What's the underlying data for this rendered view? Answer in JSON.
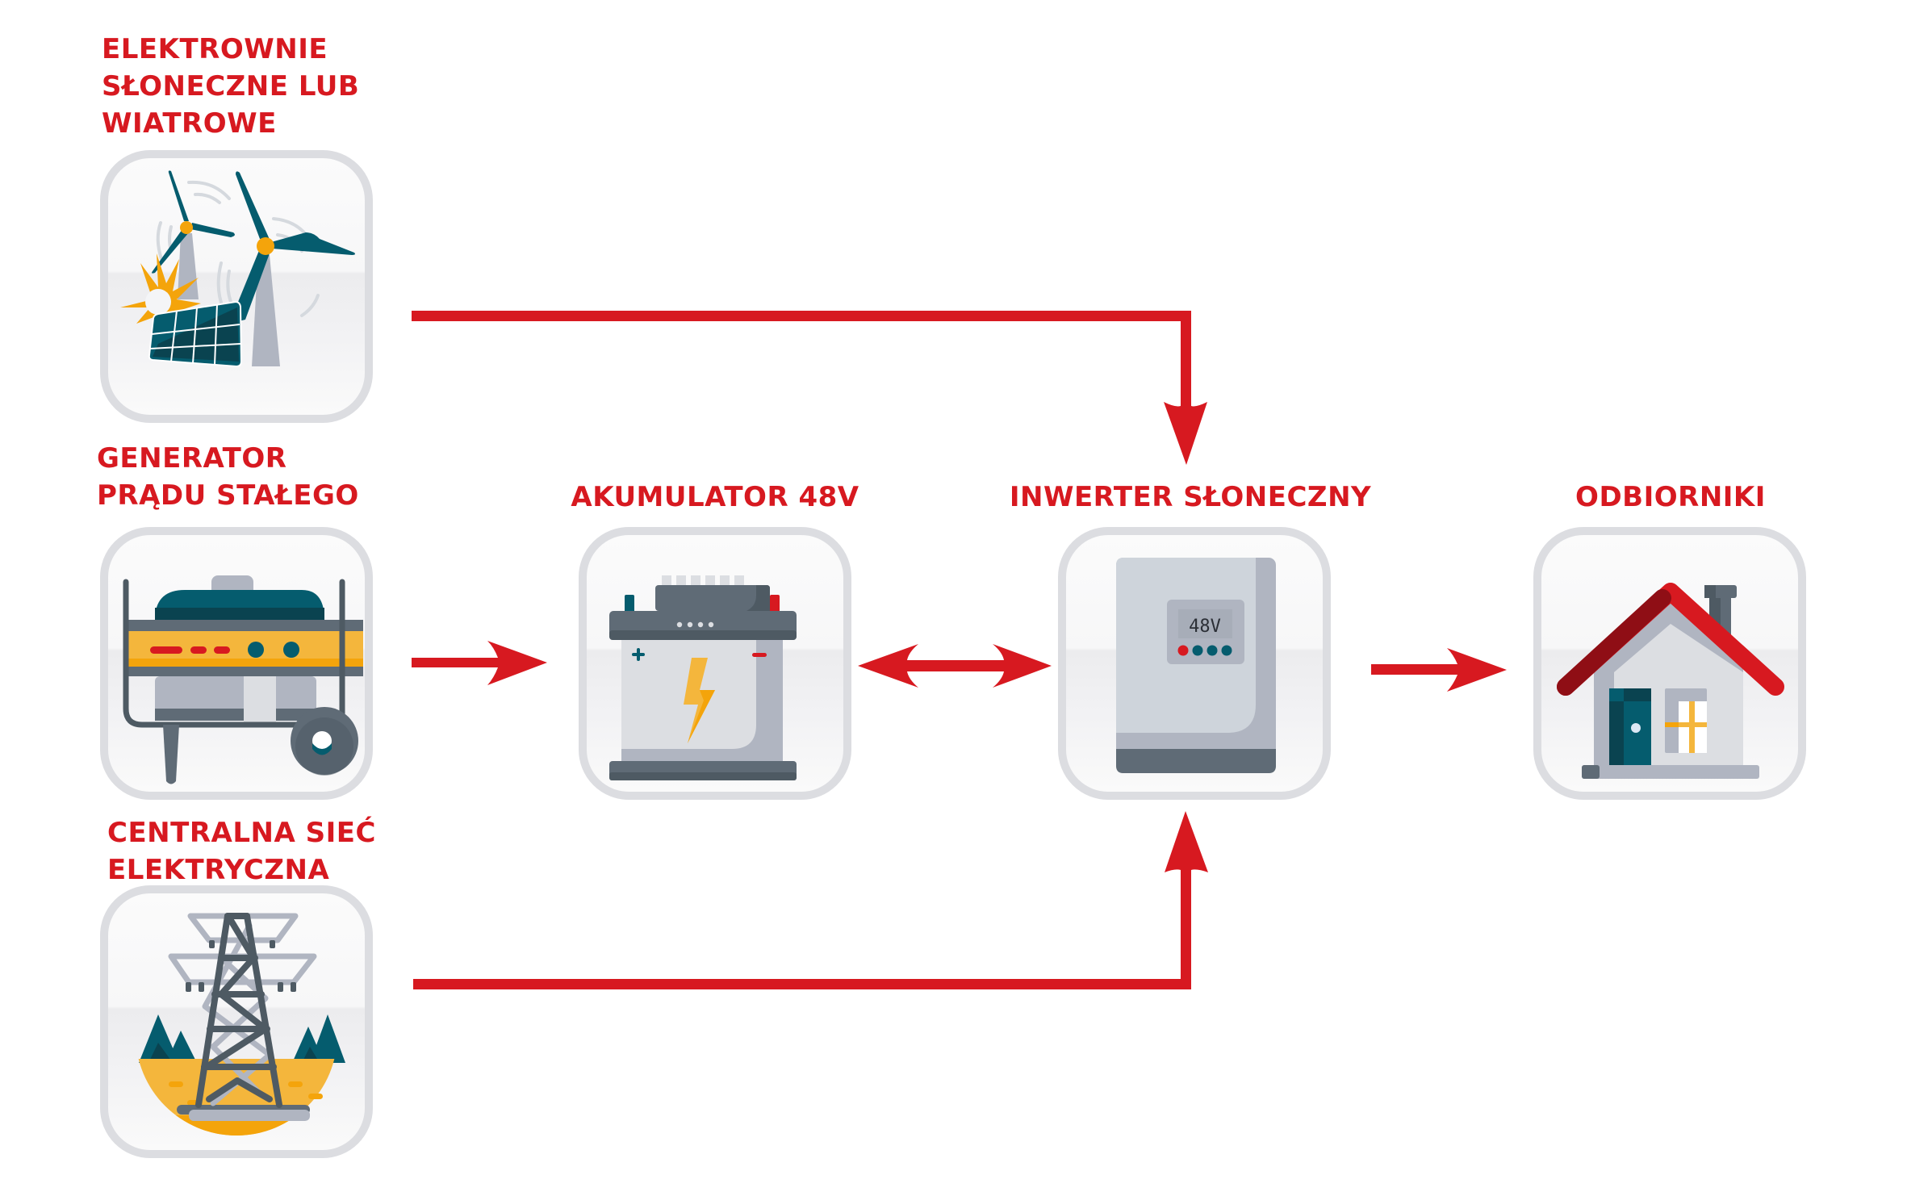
{
  "accent_color": "#d71920",
  "nodes": {
    "renewables": {
      "label_lines": [
        "ELEKTROWNIE",
        "SŁONECZNE LUB",
        "WIATROWE"
      ],
      "icon": "wind-solar-icon"
    },
    "generator": {
      "label_lines": [
        "GENERATOR",
        "PRĄDU STAŁEGO"
      ],
      "icon": "generator-icon"
    },
    "grid": {
      "label_lines": [
        "CENTRALNA SIEĆ",
        "ELEKTRYCZNA"
      ],
      "icon": "power-tower-icon"
    },
    "battery": {
      "label": "AKUMULATOR 48V",
      "icon": "battery-icon"
    },
    "inverter": {
      "label": "INWERTER SŁONECZNY",
      "icon": "inverter-icon",
      "display_text": "48V"
    },
    "loads": {
      "label": "ODBIORNIKI",
      "icon": "house-icon"
    }
  },
  "connections": [
    {
      "from": "renewables",
      "to": "inverter",
      "direction": "one-way"
    },
    {
      "from": "generator",
      "to": "battery",
      "direction": "one-way"
    },
    {
      "from": "battery",
      "to": "inverter",
      "direction": "two-way"
    },
    {
      "from": "inverter",
      "to": "loads",
      "direction": "one-way"
    },
    {
      "from": "grid",
      "to": "inverter",
      "direction": "one-way"
    }
  ]
}
